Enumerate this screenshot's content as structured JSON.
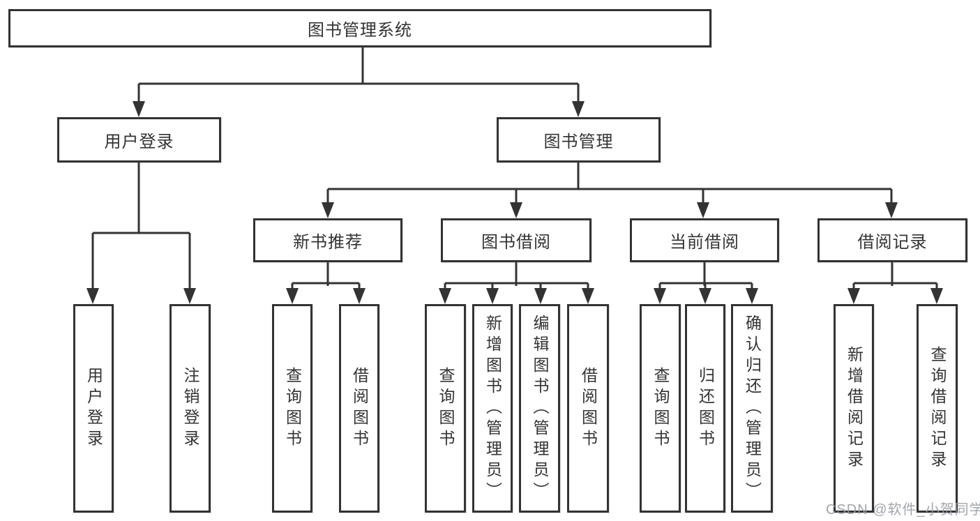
{
  "diagram": {
    "title": "图书管理系统",
    "branches": [
      {
        "label": "用户登录",
        "children": [
          {
            "label": "用户登录"
          },
          {
            "label": "注销登录"
          }
        ]
      },
      {
        "label": "图书管理",
        "children": [
          {
            "label": "新书推荐",
            "children": [
              {
                "label": "查询图书"
              },
              {
                "label": "借阅图书"
              }
            ]
          },
          {
            "label": "图书借阅",
            "children": [
              {
                "label": "查询图书"
              },
              {
                "label": "新增图书（管理员）"
              },
              {
                "label": "编辑图书（管理员）"
              },
              {
                "label": "借阅图书"
              }
            ]
          },
          {
            "label": "当前借阅",
            "children": [
              {
                "label": "查询图书"
              },
              {
                "label": "归还图书"
              },
              {
                "label": "确认归还（管理员）"
              }
            ]
          },
          {
            "label": "借阅记录",
            "children": [
              {
                "label": "新增借阅记录"
              },
              {
                "label": "查询借阅记录"
              }
            ]
          }
        ]
      }
    ]
  },
  "watermark": {
    "text": "CSDN @软件_小贺同学"
  },
  "colors": {
    "line": "#333333",
    "box_border": "#333333",
    "text": "#333333",
    "watermark": "#969ca4",
    "background": "#ffffff"
  }
}
